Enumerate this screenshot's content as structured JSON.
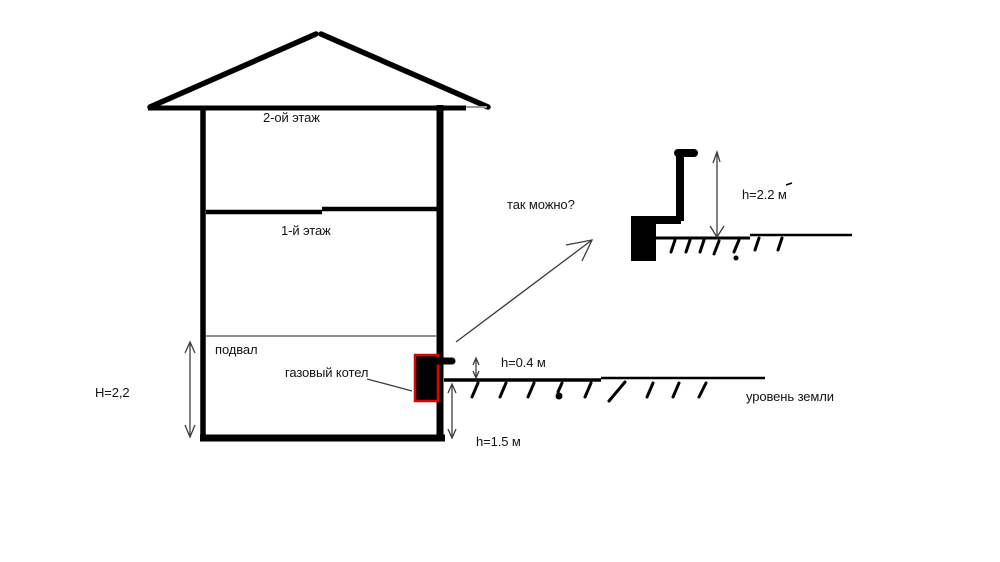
{
  "house": {
    "second_floor_label": "2-ой этаж",
    "first_floor_label": "1-й этаж",
    "basement_label": "подвал",
    "boiler_label": "газовый котел",
    "basement_height_label": "H=2,2"
  },
  "site": {
    "ground_level_label": "уровень земли",
    "pipe_height_label": "h=0.4 м",
    "basement_depth_label": "h=1.5 м"
  },
  "detail": {
    "question_label": "так можно?",
    "flue_height_label": "h=2.2 м"
  },
  "colors": {
    "ink": "#000000",
    "thin_line": "#3d3d3d",
    "interior_floor_gray": "#808080",
    "eave_gray": "#9a9a9a",
    "boiler_outline": "#e00000",
    "background": "#ffffff"
  }
}
